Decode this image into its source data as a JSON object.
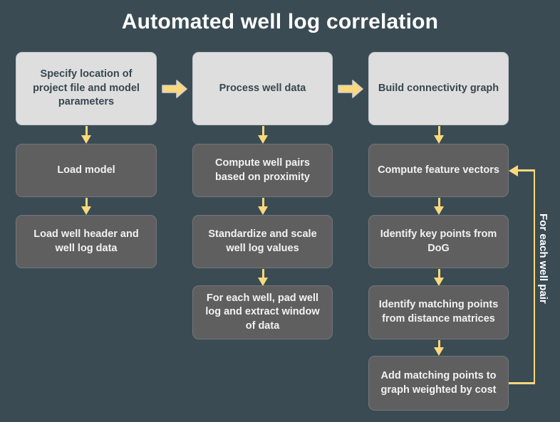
{
  "page": {
    "title": "Automated well log correlation",
    "background_color": "#3a4b53",
    "accent_color": "#fbd87c",
    "light_box_color": "#dedede",
    "dark_box_color": "#5f5f5f"
  },
  "columns": [
    {
      "name": "specify-inputs",
      "header": {
        "label": "Specify location of project file and model parameters",
        "style": "light"
      },
      "steps": [
        {
          "label": "Load model",
          "style": "dark"
        },
        {
          "label": "Load well header and well log data",
          "style": "dark"
        }
      ]
    },
    {
      "name": "process-well-data",
      "header": {
        "label": "Process well data",
        "style": "light"
      },
      "steps": [
        {
          "label": "Compute well pairs based on proximity",
          "style": "dark"
        },
        {
          "label": "Standardize and scale well log values",
          "style": "dark"
        },
        {
          "label": "For each well, pad well log and extract window of data",
          "style": "dark"
        }
      ]
    },
    {
      "name": "build-connectivity-graph",
      "header": {
        "label": "Build connectivity graph",
        "style": "light"
      },
      "steps": [
        {
          "label": "Compute feature vectors",
          "style": "dark"
        },
        {
          "label": "Identify key points from DoG",
          "style": "dark"
        },
        {
          "label": "Identify matching points from distance matrices",
          "style": "dark"
        },
        {
          "label": "Add matching points to graph weighted by cost",
          "style": "dark"
        }
      ]
    }
  ],
  "loop": {
    "label": "For each well pair",
    "from": "Add matching points to graph weighted by cost",
    "to": "Compute feature vectors"
  },
  "flow_arrows": [
    {
      "name": "stage-arrow-1",
      "direction": "right"
    },
    {
      "name": "stage-arrow-2",
      "direction": "right"
    }
  ]
}
